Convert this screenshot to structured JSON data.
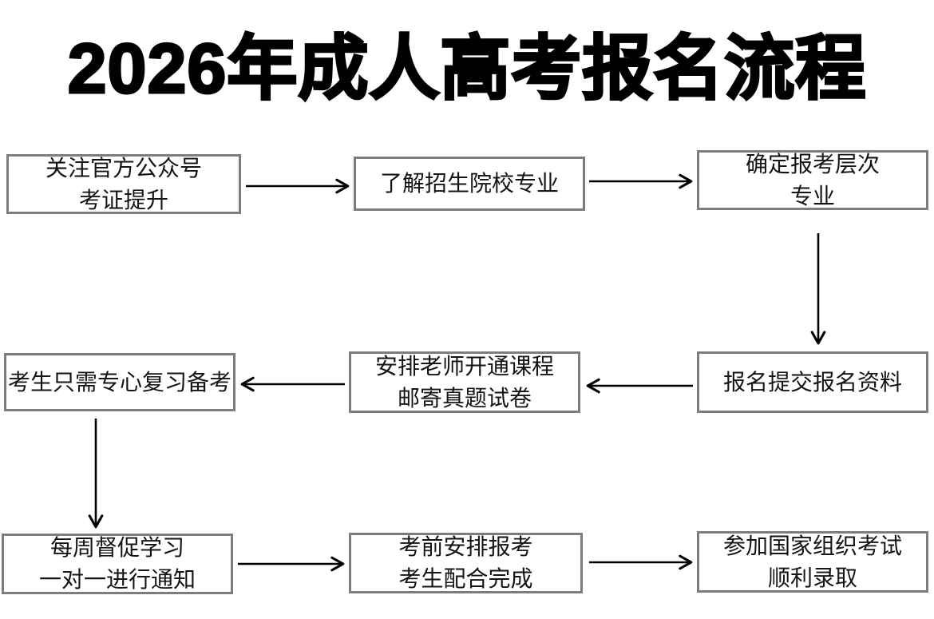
{
  "title": "2026年成人高考报名流程",
  "flowchart": {
    "steps": [
      {
        "order": 1,
        "lines": [
          "关注官方公众号",
          "考证提升"
        ]
      },
      {
        "order": 2,
        "lines": [
          "了解招生院校专业"
        ]
      },
      {
        "order": 3,
        "lines": [
          "确定报考层次",
          "专业"
        ]
      },
      {
        "order": 4,
        "lines": [
          "报名提交报名资料"
        ]
      },
      {
        "order": 5,
        "lines": [
          "安排老师开通课程",
          "邮寄真题试卷"
        ]
      },
      {
        "order": 6,
        "lines": [
          "考生只需专心复习备考"
        ]
      },
      {
        "order": 7,
        "lines": [
          "每周督促学习",
          "一对一进行通知"
        ]
      },
      {
        "order": 8,
        "lines": [
          "考前安排报考",
          "考生配合完成"
        ]
      },
      {
        "order": 9,
        "lines": [
          "参加国家组织考试",
          "顺利录取"
        ]
      }
    ],
    "arrow_directions": [
      "step1-right-to-step2",
      "step2-right-to-step3",
      "step3-down-to-step4",
      "step4-left-to-step5",
      "step5-left-to-step6",
      "step6-down-to-step7",
      "step7-right-to-step8",
      "step8-right-to-step9"
    ],
    "colors": {
      "background": "#ffffff",
      "title_text": "#000000",
      "box_border": "#7d7d7d",
      "box_text": "#141414",
      "arrow": "#000000"
    }
  }
}
